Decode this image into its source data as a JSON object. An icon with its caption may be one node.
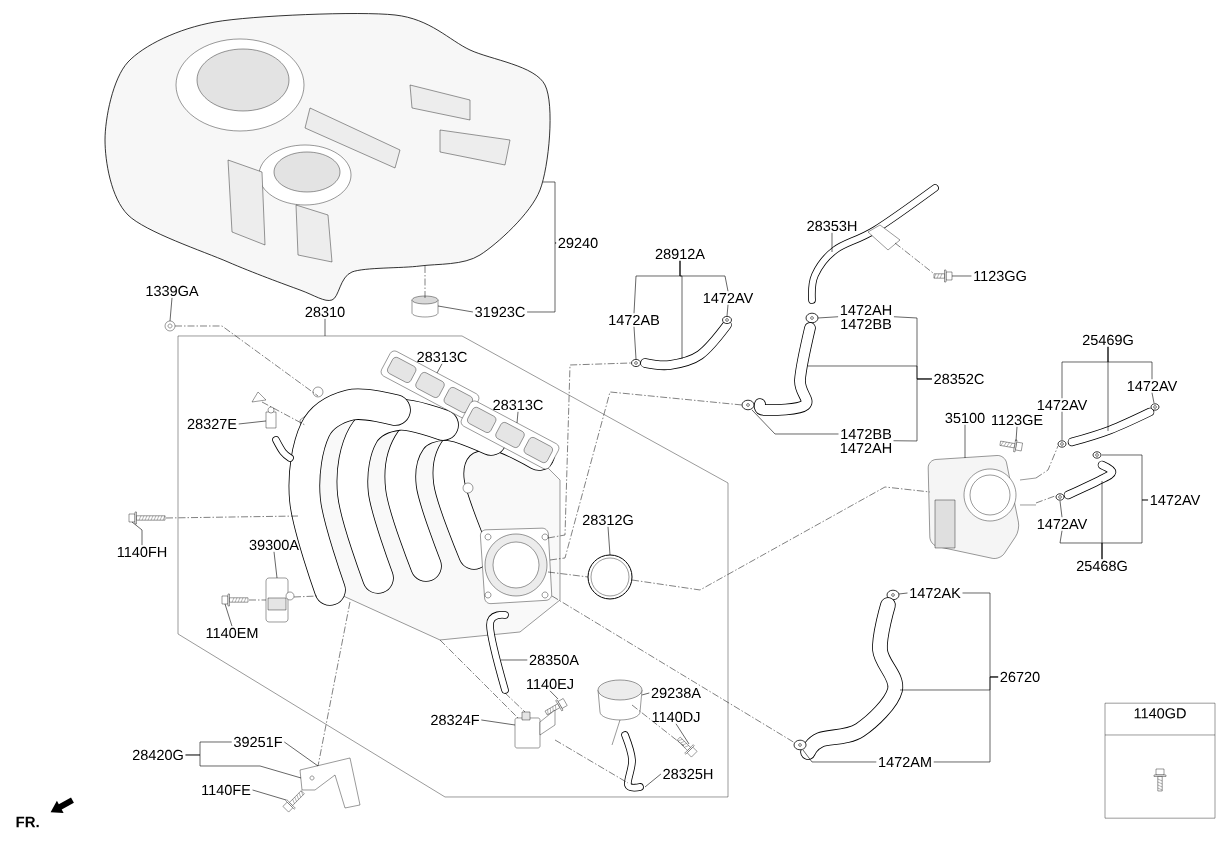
{
  "diagram": {
    "nodes": [
      {
        "text": [
          "29240"
        ]
      },
      {
        "text": [
          "31923C"
        ]
      },
      {
        "text": [
          "1339GA"
        ]
      },
      {
        "text": [
          "28310"
        ]
      },
      {
        "text": [
          "28313C"
        ]
      },
      {
        "text": [
          "28313C"
        ]
      },
      {
        "text": [
          "28327E"
        ]
      },
      {
        "text": [
          "1140FH"
        ]
      },
      {
        "text": [
          "39300A"
        ]
      },
      {
        "text": [
          "1140EM"
        ]
      },
      {
        "text": [
          "28312G"
        ]
      },
      {
        "text": [
          "28350A"
        ]
      },
      {
        "text": [
          "1140EJ"
        ]
      },
      {
        "text": [
          "29238A"
        ]
      },
      {
        "text": [
          "28324F"
        ]
      },
      {
        "text": [
          "1140DJ"
        ]
      },
      {
        "text": [
          "28325H"
        ]
      },
      {
        "text": [
          "28420G"
        ]
      },
      {
        "text": [
          "39251F"
        ]
      },
      {
        "text": [
          "1140FE"
        ]
      },
      {
        "text": [
          "28912A"
        ]
      },
      {
        "text": [
          "1472AB"
        ]
      },
      {
        "text": [
          "1472AV"
        ]
      },
      {
        "text": [
          "28353H"
        ]
      },
      {
        "text": [
          "1123GG"
        ]
      },
      {
        "text": [
          "1472AH"
        ]
      },
      {
        "text": [
          "1472BB"
        ]
      },
      {
        "text": [
          "28352C"
        ]
      },
      {
        "text": [
          "1472BB"
        ]
      },
      {
        "text": [
          "1472AH"
        ]
      },
      {
        "text": [
          "25469G"
        ]
      },
      {
        "text": [
          "1472AV"
        ]
      },
      {
        "text": [
          "1472AV"
        ]
      },
      {
        "text": [
          "35100"
        ]
      },
      {
        "text": [
          "1123GE"
        ]
      },
      {
        "text": [
          "1472AV"
        ]
      },
      {
        "text": [
          "1472AV"
        ]
      },
      {
        "text": [
          "25468G"
        ]
      },
      {
        "text": [
          "1472AK"
        ]
      },
      {
        "text": [
          "26720"
        ]
      },
      {
        "text": [
          "1472AM"
        ]
      },
      {
        "text": [
          "1140GD"
        ]
      },
      {
        "text": [],
        "shape": "picture"
      },
      {
        "text": [],
        "shape": "cylinder"
      },
      {
        "text": [],
        "shape": "picture"
      },
      {
        "text": [],
        "shape": "picture"
      },
      {
        "text": [],
        "shape": "picture"
      },
      {
        "text": [],
        "shape": "picture"
      },
      {
        "text": [],
        "shape": "picture"
      },
      {
        "text": [],
        "shape": "picture"
      },
      {
        "text": [],
        "shape": "picture"
      },
      {
        "text": [],
        "shape": "picture"
      },
      {
        "text": [],
        "shape": "picture"
      },
      {
        "text": [],
        "shape": "picture"
      },
      {
        "text": [],
        "shape": "picture"
      },
      {
        "text": [],
        "shape": "picture"
      },
      {
        "text": [],
        "shape": "picture"
      },
      {
        "text": [],
        "shape": "picture"
      },
      {
        "text": [],
        "shape": "picture"
      },
      {
        "text": [],
        "shape": "picture"
      },
      {
        "text": [],
        "shape": "picture"
      },
      {
        "text": [],
        "shape": "picture"
      },
      {
        "text": [],
        "shape": "picture"
      },
      {
        "text": [],
        "shape": "picture"
      },
      {
        "text": [],
        "shape": "picture"
      },
      {
        "text": [],
        "shape": "picture"
      },
      {
        "text": [],
        "shape": "picture"
      },
      {
        "text": [],
        "shape": "picture"
      },
      {
        "text": [],
        "shape": "picture"
      },
      {
        "text": [],
        "shape": "picture"
      },
      {
        "text": [],
        "shape": "picture"
      },
      {
        "text": [],
        "shape": "picture"
      },
      {
        "text": [],
        "shape": "picture"
      },
      {
        "text": [],
        "shape": "picture"
      },
      {
        "text": [],
        "shape": "picture"
      },
      {
        "text": [],
        "shape": "picture"
      },
      {
        "text": [],
        "shape": "picture"
      },
      {
        "text": [],
        "shape": "picture"
      },
      {
        "text": [],
        "shape": "picture"
      },
      {
        "text": [],
        "shape": "picture"
      }
    ],
    "edges": [
      {
        "from": 0,
        "to": 42,
        "arrow": "none"
      },
      {
        "from": 0,
        "to": 1,
        "arrow": "none"
      },
      {
        "from": 1,
        "to": 43,
        "arrow": "none"
      },
      {
        "from": 2,
        "to": 44,
        "arrow": "none"
      },
      {
        "from": 3,
        "to": null,
        "arrow": "none"
      },
      {
        "from": 4,
        "to": 46,
        "arrow": "none"
      },
      {
        "from": 5,
        "to": 47,
        "arrow": "none"
      },
      {
        "from": 6,
        "to": 48,
        "arrow": "none"
      },
      {
        "from": 7,
        "to": 49,
        "arrow": "none"
      },
      {
        "from": 8,
        "to": 50,
        "arrow": "none"
      },
      {
        "from": 9,
        "to": 51,
        "arrow": "none"
      },
      {
        "from": 10,
        "to": 52,
        "arrow": "none"
      },
      {
        "from": 11,
        "to": 53,
        "arrow": "none"
      },
      {
        "from": 12,
        "to": 54,
        "arrow": "none"
      },
      {
        "from": 13,
        "to": 55,
        "arrow": "none"
      },
      {
        "from": 14,
        "to": 56,
        "arrow": "none"
      },
      {
        "from": 15,
        "to": 57,
        "arrow": "none"
      },
      {
        "from": 16,
        "to": 58,
        "arrow": "none"
      },
      {
        "from": 17,
        "to": 18,
        "arrow": "none"
      },
      {
        "from": 17,
        "to": 59,
        "arrow": "none"
      },
      {
        "from": 18,
        "to": 59,
        "arrow": "none"
      },
      {
        "from": 19,
        "to": 60,
        "arrow": "none"
      },
      {
        "from": 20,
        "to": 21,
        "arrow": "none"
      },
      {
        "from": 20,
        "to": 22,
        "arrow": "none"
      },
      {
        "from": 20,
        "to": 62,
        "arrow": "none"
      },
      {
        "from": 21,
        "to": 61,
        "arrow": "none"
      },
      {
        "from": 22,
        "to": 63,
        "arrow": "none"
      },
      {
        "from": 23,
        "to": 64,
        "arrow": "none"
      },
      {
        "from": 24,
        "to": 65,
        "arrow": "none"
      },
      {
        "from": 25,
        "to": 66,
        "arrow": "none"
      },
      {
        "from": 27,
        "to": 25,
        "arrow": "none"
      },
      {
        "from": 27,
        "to": 28,
        "arrow": "none"
      },
      {
        "from": 27,
        "to": 67,
        "arrow": "none"
      },
      {
        "from": 28,
        "to": 68,
        "arrow": "none"
      },
      {
        "from": 30,
        "to": 31,
        "arrow": "none"
      },
      {
        "from": 30,
        "to": 32,
        "arrow": "none"
      },
      {
        "from": 30,
        "to": 72,
        "arrow": "none"
      },
      {
        "from": 31,
        "to": 71,
        "arrow": "none"
      },
      {
        "from": 32,
        "to": 73,
        "arrow": "none"
      },
      {
        "from": 33,
        "to": 69,
        "arrow": "none"
      },
      {
        "from": 34,
        "to": 70,
        "arrow": "none"
      },
      {
        "from": 35,
        "to": 74,
        "arrow": "none"
      },
      {
        "from": 36,
        "to": 76,
        "arrow": "none"
      },
      {
        "from": 37,
        "to": 75,
        "arrow": "none"
      },
      {
        "from": 37,
        "to": 36,
        "arrow": "none"
      },
      {
        "from": 37,
        "to": 35,
        "arrow": "none"
      },
      {
        "from": 38,
        "to": 77,
        "arrow": "none"
      },
      {
        "from": 39,
        "to": 38,
        "arrow": "none"
      },
      {
        "from": 39,
        "to": 40,
        "arrow": "none"
      },
      {
        "from": 39,
        "to": 78,
        "arrow": "none"
      },
      {
        "from": 40,
        "to": 79,
        "arrow": "none"
      },
      {
        "from": 42,
        "to": 43,
        "arrow": "none",
        "style": "dashed"
      },
      {
        "from": 44,
        "to": 45,
        "arrow": "none",
        "style": "dashed"
      },
      {
        "from": 48,
        "to": 45,
        "arrow": "none",
        "style": "dashed"
      },
      {
        "from": 49,
        "to": 45,
        "arrow": "none",
        "style": "dashed"
      },
      {
        "from": 51,
        "to": 50,
        "arrow": "none",
        "style": "dashed"
      },
      {
        "from": 50,
        "to": 45,
        "arrow": "none",
        "style": "dashed"
      },
      {
        "from": 45,
        "to": 61,
        "arrow": "none",
        "style": "dashed"
      },
      {
        "from": 45,
        "to": 68,
        "arrow": "none",
        "style": "dashed"
      },
      {
        "from": 45,
        "to": 52,
        "arrow": "none",
        "style": "dashed"
      },
      {
        "from": 52,
        "to": 69,
        "arrow": "none",
        "style": "dashed"
      },
      {
        "from": 69,
        "to": 71,
        "arrow": "none",
        "style": "dashed"
      },
      {
        "from": 69,
        "to": 76,
        "arrow": "none",
        "style": "dashed"
      },
      {
        "from": 45,
        "to": 79,
        "arrow": "none",
        "style": "dashed"
      },
      {
        "from": 45,
        "to": 59,
        "arrow": "none",
        "style": "dashed"
      },
      {
        "from": 45,
        "to": 56,
        "arrow": "none",
        "style": "dashed"
      },
      {
        "from": 53,
        "to": 56,
        "arrow": "none",
        "style": "dashed"
      },
      {
        "from": 56,
        "to": 58,
        "arrow": "none",
        "style": "dashed"
      },
      {
        "from": 55,
        "to": 57,
        "arrow": "none",
        "style": "dashed"
      },
      {
        "from": 64,
        "to": 65,
        "arrow": "none",
        "style": "dashed"
      }
    ],
    "labels": [
      "FR."
    ]
  }
}
